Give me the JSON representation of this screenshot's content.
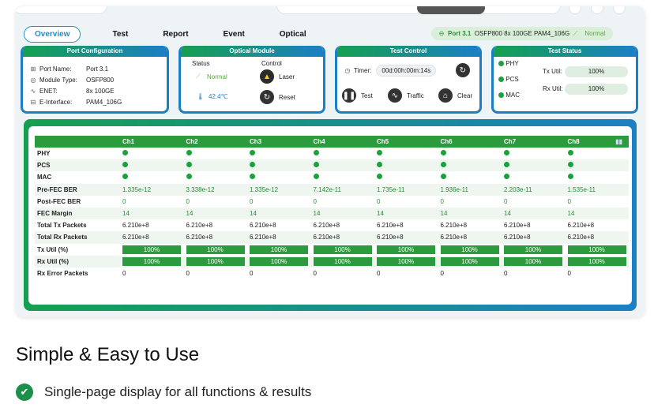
{
  "nav": {
    "tabs": [
      "Overview",
      "Test",
      "Report",
      "Event",
      "Optical"
    ],
    "active": "Overview"
  },
  "port_status": {
    "port": "Port 3.1",
    "module": "OSFP800 8x 100GE PAM4_106G",
    "state": "Normal"
  },
  "port_config": {
    "title": "Port Configuration",
    "rows": [
      {
        "label": "Port Name:",
        "value": "Port 3.1",
        "icon": "port-icon"
      },
      {
        "label": "Module Type:",
        "value": "OSFP800",
        "icon": "module-icon"
      },
      {
        "label": "ENET:",
        "value": "8x 100GE",
        "icon": "enet-icon"
      },
      {
        "label": "E-Interface:",
        "value": "PAM4_106G",
        "icon": "interface-icon"
      }
    ]
  },
  "optical_module": {
    "title": "Optical Module",
    "status_label": "Status",
    "control_label": "Control",
    "status_value": "Normal",
    "temperature": "42.4℃",
    "laser_label": "Laser",
    "reset_label": "Reset"
  },
  "test_control": {
    "title": "Test Control",
    "timer_label": "Timer:",
    "timer_value": "00d:00h:00m:14s",
    "test_label": "Test",
    "traffic_label": "Traffic",
    "clear_label": "Clear"
  },
  "test_status": {
    "title": "Test Status",
    "items": [
      "PHY",
      "PCS",
      "MAC"
    ],
    "tx_label": "Tx Util:",
    "tx_value": "100%",
    "rx_label": "Rx Util:",
    "rx_value": "100%"
  },
  "table": {
    "channels": [
      "Ch1",
      "Ch2",
      "Ch3",
      "Ch4",
      "Ch5",
      "Ch6",
      "Ch7",
      "Ch8"
    ],
    "rows": [
      {
        "label": "PHY",
        "type": "dot"
      },
      {
        "label": "PCS",
        "type": "dot"
      },
      {
        "label": "MAC",
        "type": "dot"
      },
      {
        "label": "Pre-FEC BER",
        "type": "num",
        "values": [
          "1.335e-12",
          "3.338e-12",
          "1.335e-12",
          "7.142e-11",
          "1.735e-11",
          "1.936e-11",
          "2.203e-11",
          "1.535e-11"
        ]
      },
      {
        "label": "Post-FEC BER",
        "type": "num",
        "values": [
          "0",
          "0",
          "0",
          "0",
          "0",
          "0",
          "0",
          "0"
        ]
      },
      {
        "label": "FEC Margin",
        "type": "num",
        "values": [
          "14",
          "14",
          "14",
          "14",
          "14",
          "14",
          "14",
          "14"
        ]
      },
      {
        "label": "Total Tx Packets",
        "type": "text",
        "values": [
          "6.210e+8",
          "6.210e+8",
          "6.210e+8",
          "6.210e+8",
          "6.210e+8",
          "6.210e+8",
          "6.210e+8",
          "6.210e+8"
        ]
      },
      {
        "label": "Total Rx Packets",
        "type": "text",
        "values": [
          "6.210e+8",
          "6.210e+8",
          "6.210e+8",
          "6.210e+8",
          "6.210e+8",
          "6.210e+8",
          "6.210e+8",
          "6.210e+8"
        ]
      },
      {
        "label": "Tx Util (%)",
        "type": "bar",
        "values": [
          "100%",
          "100%",
          "100%",
          "100%",
          "100%",
          "100%",
          "100%",
          "100%"
        ]
      },
      {
        "label": "Rx Util (%)",
        "type": "bar",
        "values": [
          "100%",
          "100%",
          "100%",
          "100%",
          "100%",
          "100%",
          "100%",
          "100%"
        ]
      },
      {
        "label": "Rx Error Packets",
        "type": "text",
        "values": [
          "0",
          "0",
          "0",
          "0",
          "0",
          "0",
          "0",
          "0"
        ]
      }
    ]
  },
  "headline": "Simple & Easy to Use",
  "feature": "Single-page display for all functions & results",
  "colors": {
    "green": "#2c9b3e",
    "blue": "#1c7fc4",
    "status_dot": "#18a33c"
  }
}
